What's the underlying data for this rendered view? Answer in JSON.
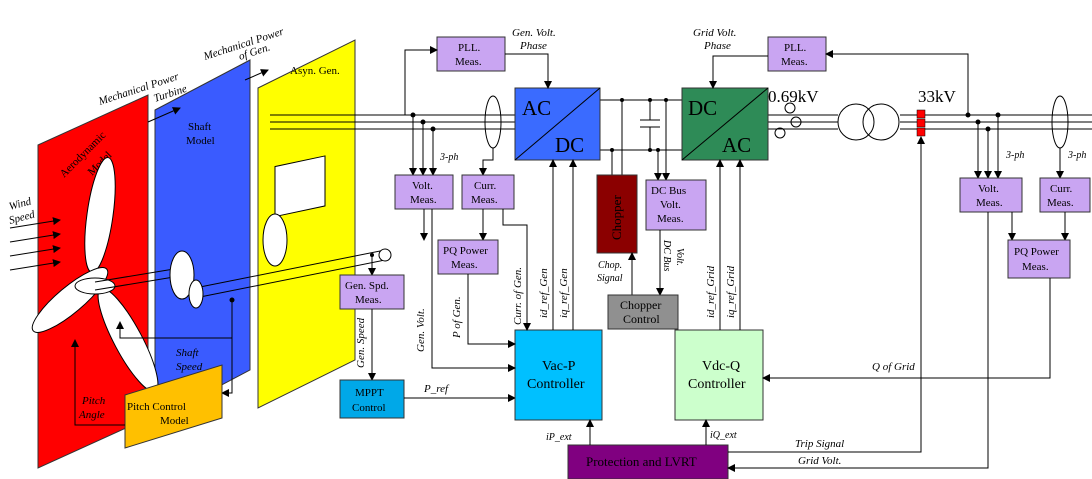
{
  "labels": {
    "wind_speed_1": "Wind",
    "wind_speed_2": "Speed",
    "aero_model_1": "Aerodynamic",
    "aero_model_2": "Model",
    "mech_turbine_1": "Mechanical Power",
    "mech_turbine_2": "Turbine",
    "mech_gen_1": "Mechanical Power",
    "mech_gen_2": "of Gen.",
    "shaft_model_1": "Shaft",
    "shaft_model_2": "Model",
    "asyn_gen": "Asyn. Gen.",
    "shaft_speed_1": "Shaft",
    "shaft_speed_2": "Speed",
    "pitch_angle_1": "Pitch",
    "pitch_angle_2": "Angle",
    "pitch_ctrl_1": "Pitch Control",
    "pitch_ctrl_2": "Model",
    "pll_gen_1": "PLL.",
    "pll_gen_2": "Meas.",
    "gen_volt_phase_1": "Gen. Volt.",
    "gen_volt_phase_2": "Phase",
    "ac": "AC",
    "dc": "DC",
    "three_ph": "3-ph",
    "volt_meas_1": "Volt.",
    "volt_meas_2": "Meas.",
    "curr_meas_1": "Curr.",
    "curr_meas_2": "Meas.",
    "pq_power_1": "PQ Power",
    "pq_power_2": "Meas.",
    "gen_spd_1": "Gen. Spd.",
    "gen_spd_2": "Meas.",
    "gen_speed": "Gen. Speed",
    "gen_volt": "Gen. Volt.",
    "p_of_gen": "P of Gen.",
    "curr_of_gen": "Curr. of Gen.",
    "id_ref_gen": "id_ref_Gen",
    "iq_ref_gen": "iq_ref_Gen",
    "mppt_1": "MPPT",
    "mppt_2": "Control",
    "p_ref": "P_ref",
    "vacp_1": "Vac-P",
    "vacp_2": "Controller",
    "chopper": "Chopper",
    "chop_signal_1": "Chop.",
    "chop_signal_2": "Signal",
    "dcbus_1": "DC Bus",
    "dcbus_2": "Volt.",
    "dcbus_3": "Meas.",
    "dcbus_volt_1": "DC Bus",
    "dcbus_volt_2": "Volt.",
    "chopper_ctrl_1": "Chopper",
    "chopper_ctrl_2": "Control",
    "grid_volt_phase_1": "Grid Volt.",
    "grid_volt_phase_2": "Phase",
    "pll_grid_1": "PLL.",
    "pll_grid_2": "Meas.",
    "id_ref_grid": "id_ref_Grid",
    "iq_ref_grid": "iq_ref_Grid",
    "vdcq_1": "Vdc-Q",
    "vdcq_2": "Controller",
    "kv069": "0.69kV",
    "kv33": "33kV",
    "volt_meas_g1": "Volt.",
    "volt_meas_g2": "Meas.",
    "curr_meas_g1": "Curr.",
    "curr_meas_g2": "Meas.",
    "pq_power_g1": "PQ Power",
    "pq_power_g2": "Meas.",
    "q_of_grid": "Q of Grid",
    "ip_ext": "iP_ext",
    "iq_ext": "iQ_ext",
    "protection": "Protection and LVRT",
    "trip_signal": "Trip Signal",
    "grid_volt": "Grid Volt."
  },
  "colors": {
    "aero": "#ff0000",
    "shaft": "#3a5bff",
    "asyn": "#ffff00",
    "pitch": "#ffc000",
    "meas": "#c9a5f2",
    "acdc": "#3a6bff",
    "dcac": "#2e8b57",
    "chopper": "#8b0000",
    "chopper_ctrl": "#909090",
    "vacp": "#00c0ff",
    "vdcq": "#ccffcc",
    "mppt": "#00a8e8",
    "protection": "#800080",
    "breaker": "#ff0000"
  }
}
